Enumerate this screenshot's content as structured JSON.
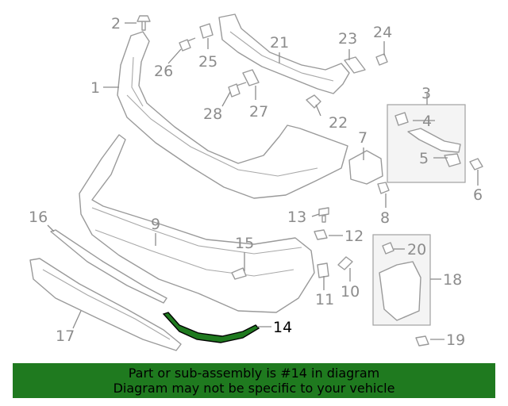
{
  "highlight_color": "#1f7a1f",
  "callouts": {
    "c1": "1",
    "c2": "2",
    "c3": "3",
    "c4": "4",
    "c5": "5",
    "c6": "6",
    "c7": "7",
    "c8": "8",
    "c9": "9",
    "c10": "10",
    "c11": "11",
    "c12": "12",
    "c13": "13",
    "c14": "14",
    "c15": "15",
    "c16": "16",
    "c17": "17",
    "c18": "18",
    "c19": "19",
    "c20": "20",
    "c21": "21",
    "c22": "22",
    "c23": "23",
    "c24": "24",
    "c25": "25",
    "c26": "26",
    "c27": "27",
    "c28": "28"
  },
  "banner": {
    "line1": "Part or sub-assembly is #14 in diagram",
    "line2": "Diagram may not be specific to your vehicle"
  }
}
